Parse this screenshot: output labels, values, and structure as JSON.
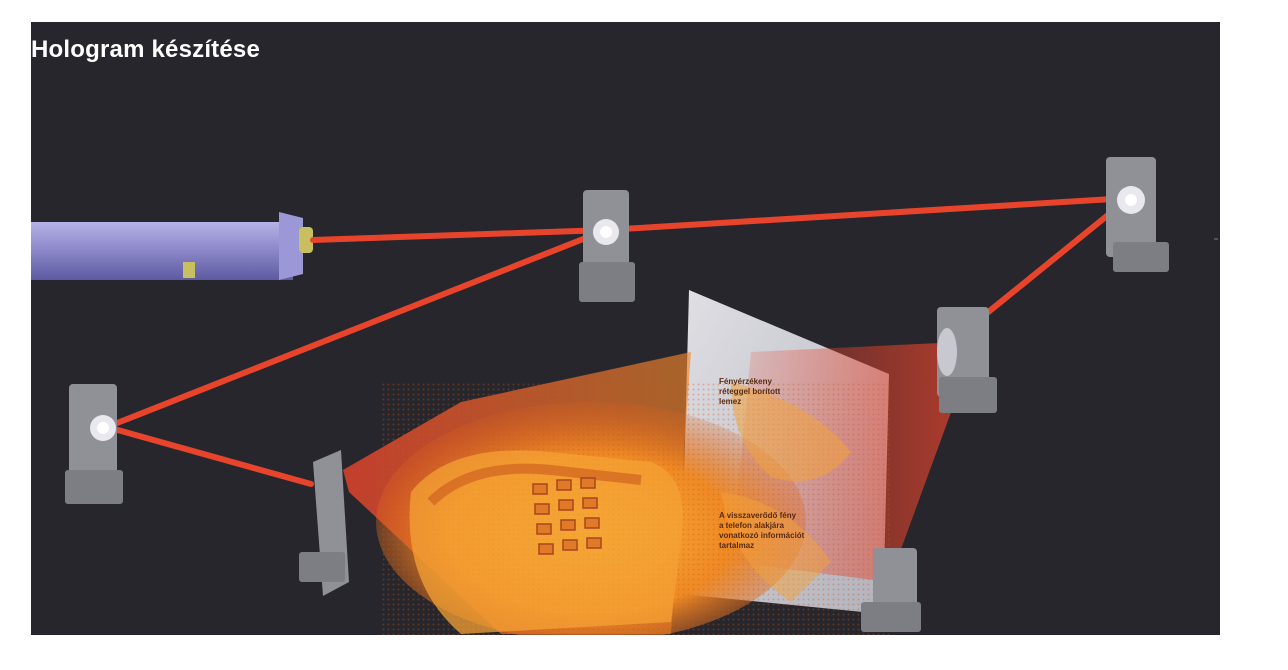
{
  "title": "Hologram készítése",
  "labels": {
    "plate": [
      "Fényérzékeny",
      "réteggel borított",
      "lemez"
    ],
    "reflected_light": [
      "A visszaverődő fény",
      "a telefon alakjára",
      "vonatkozó információt",
      "tartalmaz"
    ]
  },
  "colors": {
    "background": "#26262c",
    "laser_beam": "#e8442c",
    "laser_body": "#8a86c8",
    "mount": "#8f9196",
    "object_glow": "#f08a1e"
  }
}
